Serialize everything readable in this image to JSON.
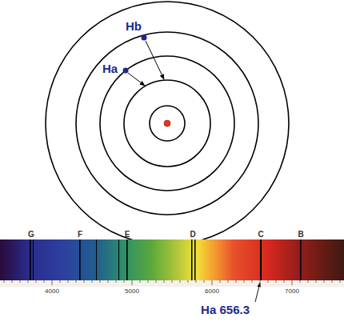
{
  "diagram": {
    "labels": [
      "Hb",
      "Ha",
      "G",
      "F",
      "E",
      "D",
      "C",
      "B",
      "4000",
      "5000",
      "6000",
      "7000",
      "Ha 656.3"
    ]
  }
}
